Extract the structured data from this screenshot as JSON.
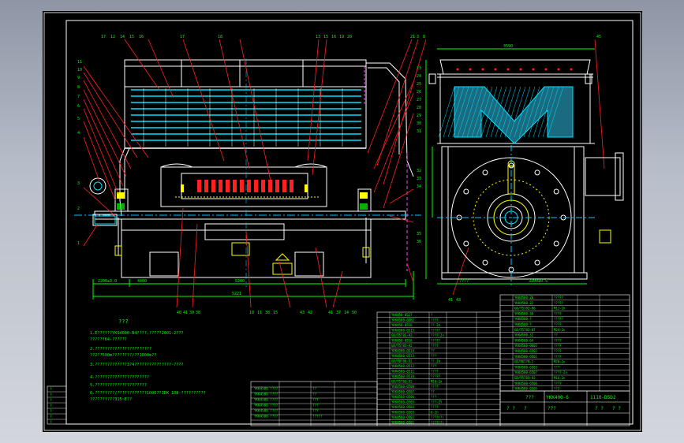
{
  "colors": {
    "background": "#000000",
    "frame": "#ffffff",
    "leader": "#ff2020",
    "green_text": "#00ff00",
    "yellow": "#ffff00",
    "cyan": "#00e0ff",
    "magenta": "#ff40ff",
    "centerline": "#00c8ff"
  },
  "callouts": {
    "top_left": [
      "17",
      "12",
      "14",
      "15",
      "16"
    ],
    "top_mid": [
      "17"
    ],
    "top_mid2": [
      "18"
    ],
    "top_right": [
      "13",
      "15",
      "16",
      "19",
      "20"
    ],
    "top_far": [
      "21",
      "3",
      "8"
    ],
    "left_side": [
      "11",
      "10",
      "9",
      "8",
      "7",
      "6",
      "5",
      "4",
      "3",
      "2",
      "1"
    ],
    "right_side": [
      "23",
      "24",
      "25",
      "26",
      "27",
      "28",
      "29",
      "30",
      "31",
      "32",
      "33",
      "34",
      "35",
      "36"
    ],
    "bottom_a": [
      "40",
      "41",
      "39",
      "38"
    ],
    "bottom_b": [
      "10",
      "11",
      "38",
      "15"
    ],
    "bottom_c": [
      "43",
      "42"
    ],
    "bottom_d": [
      "41",
      "37",
      "14",
      "50"
    ],
    "end_view_top": "45",
    "end_view_bottom": [
      "41",
      "43"
    ]
  },
  "dims": {
    "front_bottom": [
      "2200±3.0",
      "4400",
      "5200"
    ],
    "front_total": "5221",
    "end_bottom": [
      "????",
      "3200±0.5"
    ],
    "end_top": "3590"
  },
  "notes": {
    "title": "???",
    "lines": [
      "1.E??????YKS4000-B4????,?????2001-2???",
      "  ??????64-??????",
      "2.???????????????????????",
      "  ??2??500m????????/??1000m??",
      "3.?????????????3?4???????????????-????",
      "4.??????????????????????",
      "5.?????????????????????",
      "6.????????/????????????1000??IEK 188-??????????",
      "  ??????????315~E??"
    ]
  },
  "parts_list_left": [
    [
      "YKK4500-????",
      "??"
    ],
    [
      "YKK4500-????",
      "??"
    ],
    [
      "YKK4500-????",
      "???"
    ],
    [
      "YKK4500-????",
      "???"
    ],
    [
      "YKK4500-????",
      "???"
    ],
    [
      "YKK4500-????",
      "?????"
    ]
  ],
  "parts_list_mid": [
    [
      "YKK450-0527",
      "?"
    ],
    [
      "YKK4500-6DB2",
      "????"
    ],
    [
      "YKK450-0516",
      "??-2n"
    ],
    [
      "YKK4500-0515",
      "?????"
    ],
    [
      "GB/T5785-92",
      "????-2n"
    ],
    [
      "YKK450-0516",
      "?????"
    ],
    [
      "GB/T5785-92",
      "????"
    ],
    [
      "YKK4500-0514",
      "??"
    ],
    [
      "YKK4500-0513",
      "???"
    ],
    [
      "GB/T8706-92",
      "??-2n"
    ],
    [
      "YKK4500-0512",
      "???"
    ],
    [
      "YKK4500-0511",
      "????"
    ],
    [
      "YKK4500-0510",
      "?????"
    ],
    [
      "GB/T5783-92",
      "M16-2n"
    ],
    [
      "YKK4500-0508",
      "????"
    ],
    [
      "YKK4500-0507",
      "??"
    ],
    [
      "YKK4500-0506",
      "???"
    ],
    [
      "YKK4500-0505",
      "???-ZY"
    ],
    [
      "YKK4500-0504",
      "????"
    ],
    [
      "YKK4500-0503",
      "6-2n"
    ],
    [
      "YKK4500-0502",
      "????(?)"
    ],
    [
      "YKK4500-0501",
      "????(?)"
    ]
  ],
  "parts_list_right": [
    [
      "YKK4500-20",
      "?????"
    ],
    [
      "YKK4500-22",
      "?????"
    ],
    [
      "GB/T5782-86",
      "M12-2n"
    ],
    [
      "YKK4500-38",
      "????"
    ],
    [
      "YKK4500-?",
      "?????"
    ],
    [
      "YKK4500-?",
      "????"
    ],
    [
      "GB/T5782-87",
      "M24-2n"
    ],
    [
      "YKK4500-32",
      "??"
    ],
    [
      "YKK4500-64",
      "????"
    ],
    [
      "YKK4500-0002",
      "????"
    ],
    [
      "YKK4500-6502",
      "????"
    ],
    [
      "YKK4500-6501",
      "????"
    ],
    [
      "GB/T6170-2",
      "M20-2n"
    ],
    [
      "YKK4500-6503",
      "???"
    ],
    [
      "YKK4500-6507",
      "????-2n"
    ],
    [
      "GB/T5783-92",
      "M16-2n"
    ],
    [
      "YKK4500-6506",
      "????"
    ],
    [
      "YKK4500-0505",
      "??2"
    ]
  ],
  "title_block": {
    "company": "???",
    "model": "YKK400-6",
    "sheet_label": "???",
    "drawing_no": "1110-D5D2",
    "scale_row": [
      "? ?",
      "?",
      "? ?",
      "? ?"
    ]
  },
  "revision_block": [
    "?",
    "?",
    "?",
    "?",
    "?",
    "?",
    "?"
  ]
}
